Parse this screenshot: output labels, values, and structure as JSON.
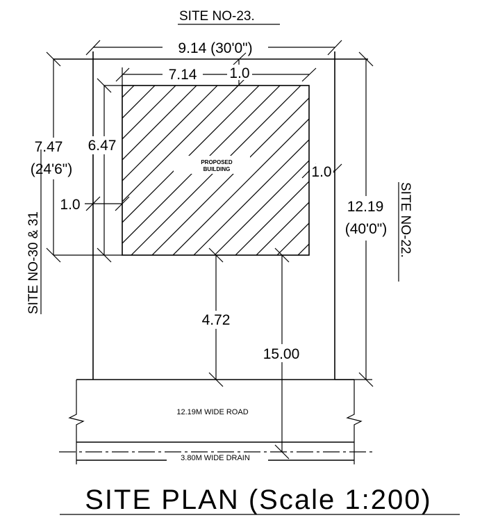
{
  "labels": {
    "site_top": "SITE NO-23.",
    "site_right": "SITE NO-22.",
    "site_left": "SITE NO-30 & 31",
    "building": [
      "PROPOSED",
      "BUILDING"
    ],
    "road": "12.19M WIDE ROAD",
    "drain": "3.80M WIDE DRAIN",
    "title": "SITE PLAN (Scale 1:200)"
  },
  "dimensions": {
    "site_width": "9.14 (30'0\")",
    "building_width": "7.14",
    "front_setback_top": "1.0",
    "building_depth": "6.47",
    "left_depth_m": "7.47",
    "left_depth_ft": "(24'6\")",
    "left_setback": "1.0",
    "right_setback": "1.0",
    "site_depth_m": "12.19",
    "site_depth_ft": "(40'0\")",
    "rear_setback": "4.72",
    "to_drain": "15.00"
  }
}
